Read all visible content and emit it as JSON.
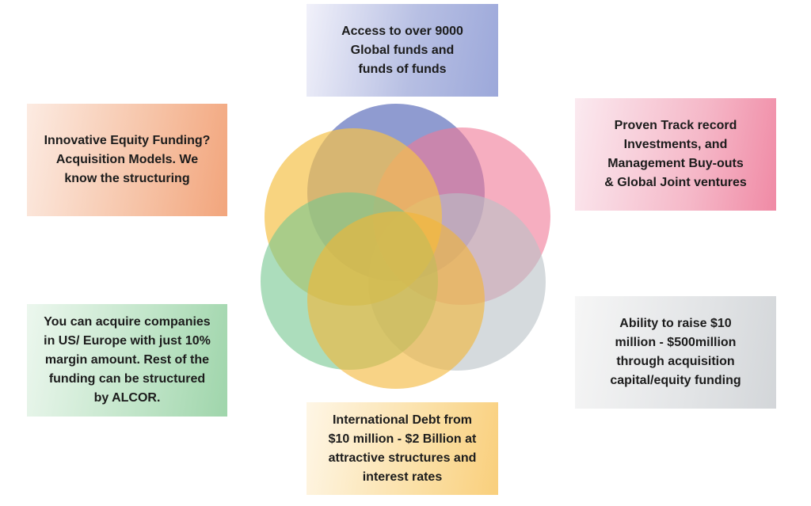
{
  "cards": {
    "top": {
      "text": "Access to over 9000\nGlobal funds and\nfunds of funds"
    },
    "top_right": {
      "text": "Proven Track record\nInvestments, and\nManagement Buy-outs\n& Global Joint ventures"
    },
    "top_left": {
      "text": "Innovative Equity Funding?\nAcquisition Models. We\nknow the structuring"
    },
    "right": {
      "text": "Ability to raise $10\nmillion - $500million\nthrough acquisition\ncapital/equity funding"
    },
    "left": {
      "text": "You can acquire companies\nin US/ Europe with just 10%\nmargin amount. Rest of the\nfunding can be structured\nby ALCOR."
    },
    "bottom": {
      "text": "International Debt from\n$10 million - $2 Billion at\nattractive structures and\ninterest rates"
    }
  },
  "circles": [
    {
      "color": "#7b8ac8",
      "opacity": 0.85
    },
    {
      "color": "#f07896",
      "opacity": 0.6
    },
    {
      "color": "#b9c1c7",
      "opacity": 0.6
    },
    {
      "color": "#f5c24a",
      "opacity": 0.7
    },
    {
      "color": "#74c68f",
      "opacity": 0.6
    },
    {
      "color": "#f3b635",
      "opacity": 0.6
    }
  ]
}
